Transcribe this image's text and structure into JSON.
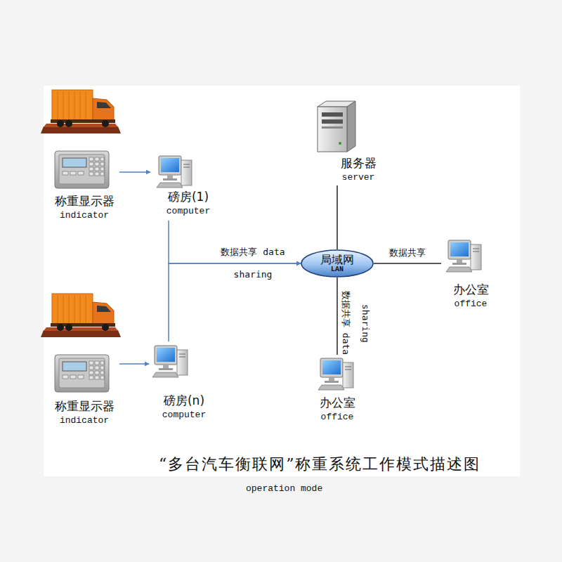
{
  "diagram": {
    "title": "“多台汽车衡联网”称重系统工作模式描述图",
    "caption": "operation mode",
    "nodes": [
      {
        "text": [
          "称重显示器",
          "indicator"
        ]
      },
      {
        "text": [
          "磅房(1)",
          "computer"
        ]
      },
      {
        "text": [
          "服务器",
          "server"
        ]
      },
      {
        "text": [
          "局域网",
          "LAN"
        ]
      },
      {
        "text": [
          "办公室",
          "office"
        ]
      },
      {
        "text": [
          "称重显示器",
          "indicator"
        ]
      },
      {
        "text": [
          "磅房(n)",
          "computer"
        ]
      },
      {
        "text": [
          "办公室",
          "office"
        ]
      }
    ],
    "edges": [
      {
        "from": 0,
        "to": 1,
        "arrow": "to"
      },
      {
        "from": 5,
        "to": 6,
        "arrow": "to"
      },
      {
        "from": 1,
        "to": 3,
        "arrow": "to",
        "label": "数据共享 data sharing"
      },
      {
        "from": 6,
        "to": 3,
        "arrow": "to"
      },
      {
        "from": 2,
        "to": 3,
        "arrow": "none"
      },
      {
        "from": 3,
        "to": 4,
        "arrow": "none",
        "label": "数据共享"
      },
      {
        "from": 3,
        "to": 7,
        "arrow": "none",
        "label": "数据共享 data sharing"
      }
    ]
  }
}
